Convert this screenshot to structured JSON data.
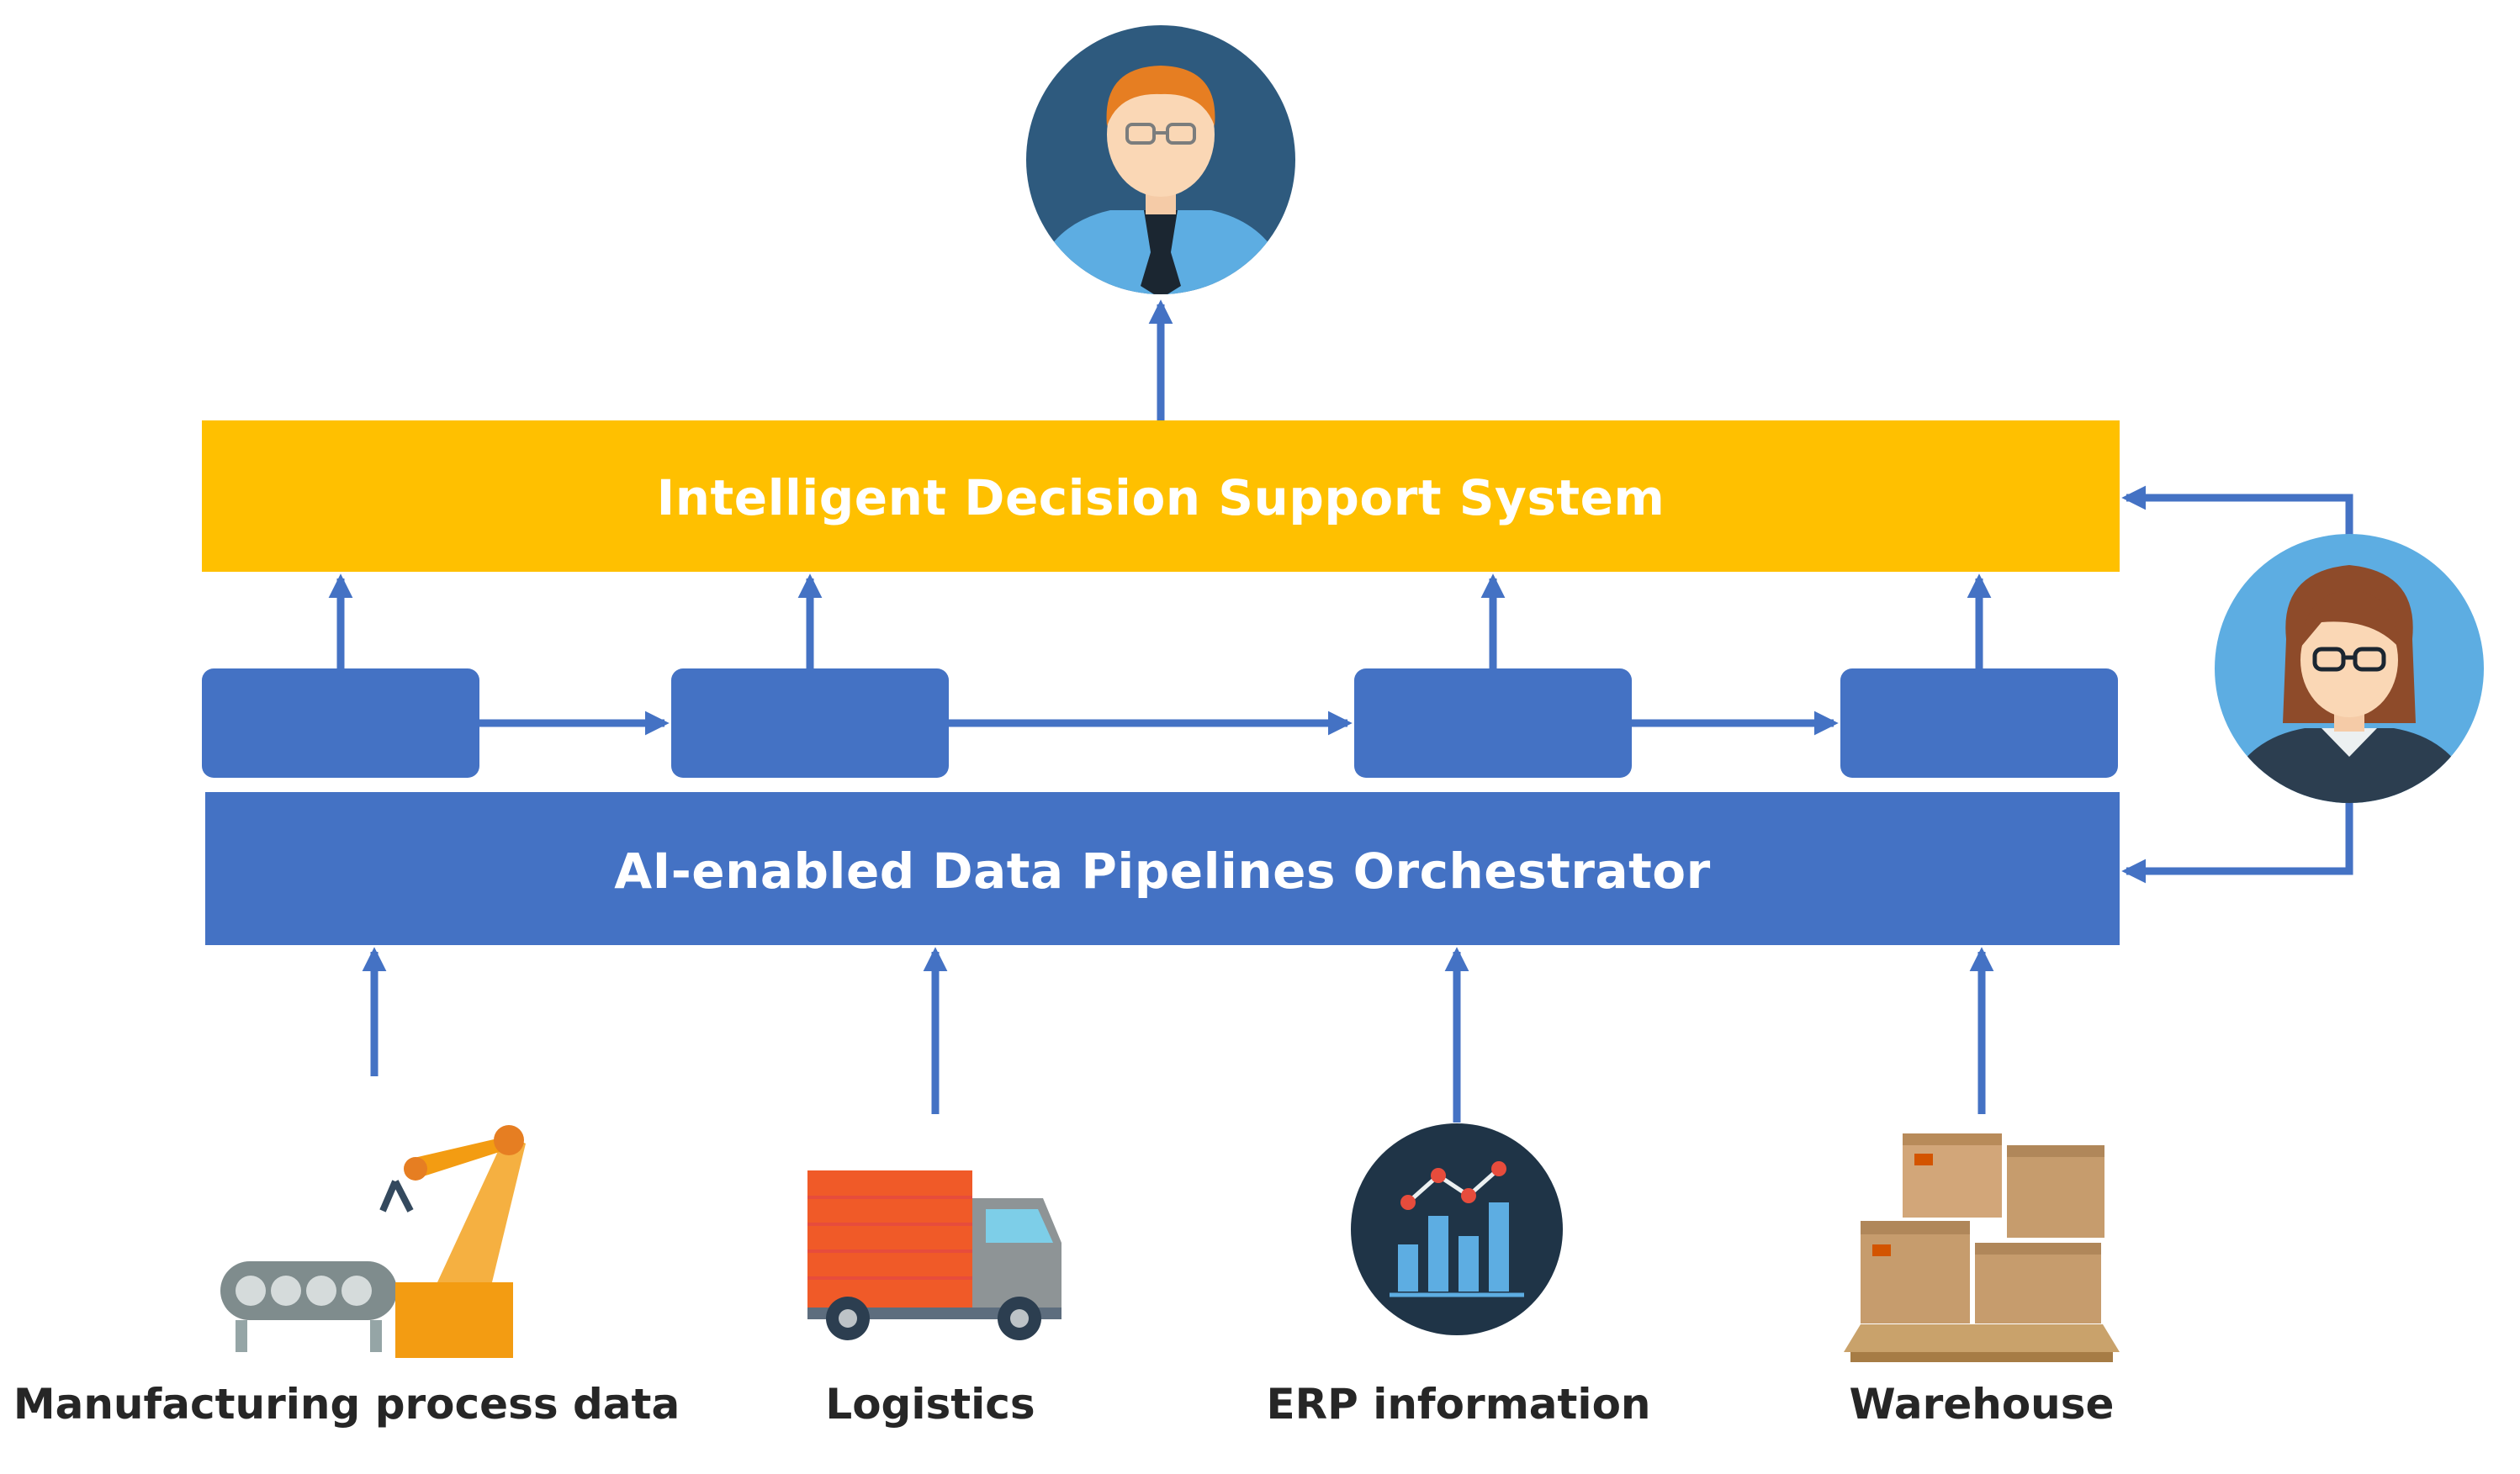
{
  "diagram": {
    "decision_layer": {
      "title": "Intelligent Decision Support System"
    },
    "orchestrator_layer": {
      "title": "AI-enabled Data Pipelines Orchestrator"
    },
    "pipeline_stage_count": 4,
    "sources": [
      {
        "label": "Manufacturing process data",
        "icon": "robot-arm-conveyor-icon"
      },
      {
        "label": "Logistics",
        "icon": "delivery-truck-icon"
      },
      {
        "label": "ERP information",
        "icon": "analytics-chart-icon"
      },
      {
        "label": "Warehouse",
        "icon": "warehouse-boxes-icon"
      }
    ],
    "actors": {
      "top": {
        "icon": "male-decision-maker-avatar-icon"
      },
      "right": {
        "icon": "female-operator-avatar-icon"
      }
    },
    "colors": {
      "decision_bar": "#FFC000",
      "orchestrator_bar": "#4472C4",
      "arrow": "#4472C4",
      "label_text": "#262626",
      "avatar_bg": "#2E5A7E",
      "avatar_bg_light": "#5DADE2"
    }
  }
}
